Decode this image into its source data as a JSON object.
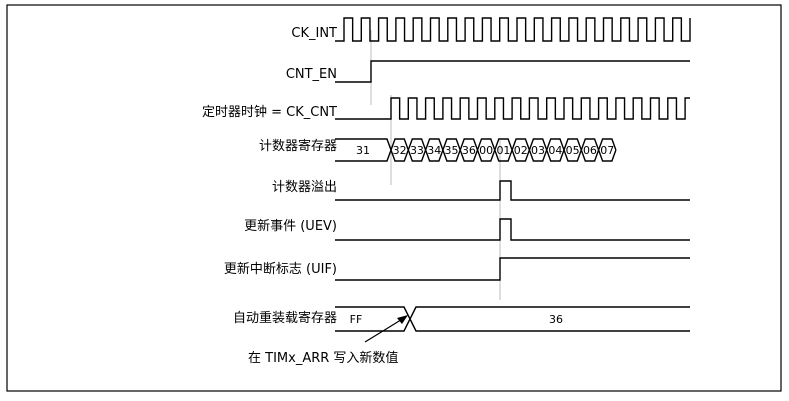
{
  "signals": {
    "ck_int": "CK_INT",
    "cnt_en": "CNT_EN",
    "ck_cnt": "定时器时钟 = CK_CNT",
    "counter_reg": "计数器寄存器",
    "overflow": "计数器溢出",
    "uev": "更新事件 (UEV)",
    "uif": "更新中断标志 (UIF)",
    "arr": "自动重装载寄存器"
  },
  "counter_values": [
    "31",
    "32",
    "33",
    "34",
    "35",
    "36",
    "00",
    "01",
    "02",
    "03",
    "04",
    "05",
    "06",
    "07"
  ],
  "arr_values": [
    "FF",
    "36"
  ],
  "annotation": "在 TIMx_ARR 写入新数值"
}
